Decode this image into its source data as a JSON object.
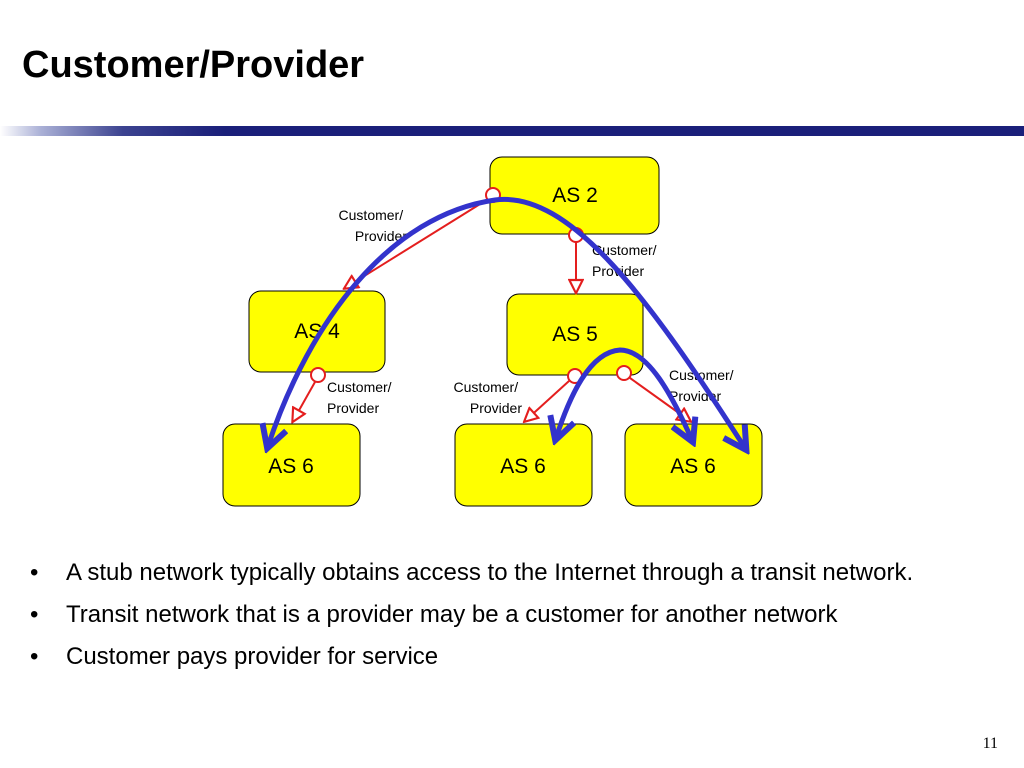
{
  "slide": {
    "title": "Customer/Provider",
    "page_number": "11"
  },
  "diagram": {
    "nodes": {
      "as2": "AS 2",
      "as4": "AS 4",
      "as5": "AS 5",
      "as6_left": "AS 6",
      "as6_mid": "AS 6",
      "as6_right": "AS 6"
    },
    "edge_labels": {
      "as2_as4": [
        "Customer/",
        "Provider"
      ],
      "as2_as5": [
        "Customer/",
        "Provider"
      ],
      "as4_as6": [
        "Customer/",
        "Provider"
      ],
      "as5_as6_mid": [
        "Customer/",
        "Provider"
      ],
      "as5_as6_right": [
        "Customer/",
        "Provider"
      ]
    },
    "colors": {
      "node_fill": "#ffff00",
      "link": "#e41e1e",
      "path": "#3333cc"
    }
  },
  "bullets": [
    "A stub network typically obtains access to the  Internet through a transit network.",
    "Transit network that is a provider may be a customer for another network",
    "Customer pays provider for service"
  ]
}
